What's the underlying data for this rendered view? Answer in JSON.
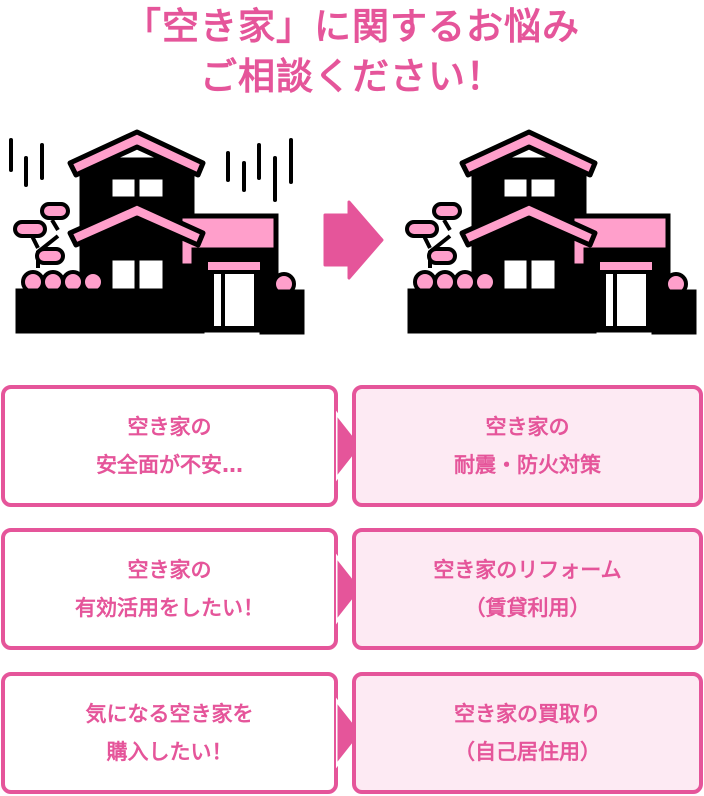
{
  "headline": {
    "line1": "「空き家」に関するお悩み",
    "line2": "ご相談ください！"
  },
  "illustration": {
    "before_label": "worn-house-icon",
    "arrow_label": "right-arrow-icon",
    "after_label": "renovated-house-icon"
  },
  "colors": {
    "accent": "#e5559a",
    "light_pink": "#ff9fcb",
    "right_box_bg": "#fdeaf3",
    "gray_wall": "#d9d9d9",
    "gray_fence": "#bfbfbf"
  },
  "rows": [
    {
      "concern": {
        "line1": "空き家の",
        "line2": "安全面が不安…"
      },
      "solution": {
        "line1": "空き家の",
        "line2": "耐震・防火対策"
      }
    },
    {
      "concern": {
        "line1": "空き家の",
        "line2": "有効活用をしたい！"
      },
      "solution": {
        "line1": "空き家のリフォーム",
        "line2": "（賃貸利用）"
      }
    },
    {
      "concern": {
        "line1": "気になる空き家を",
        "line2": "購入したい！"
      },
      "solution": {
        "line1": "空き家の買取り",
        "line2": "（自己居住用）"
      }
    }
  ]
}
